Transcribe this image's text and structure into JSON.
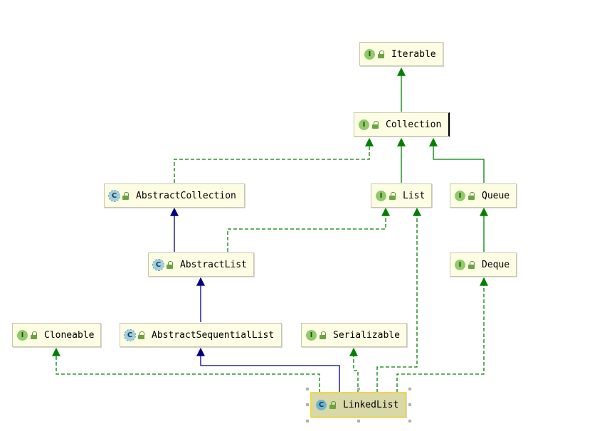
{
  "diagram": {
    "nodes": {
      "iterable": {
        "label": "Iterable",
        "kind": "I"
      },
      "collection": {
        "label": "Collection",
        "kind": "I"
      },
      "abstract_collection": {
        "label": "AbstractCollection",
        "kind": "C"
      },
      "list": {
        "label": "List",
        "kind": "I"
      },
      "queue": {
        "label": "Queue",
        "kind": "I"
      },
      "abstract_list": {
        "label": "AbstractList",
        "kind": "C"
      },
      "deque": {
        "label": "Deque",
        "kind": "I"
      },
      "cloneable": {
        "label": "Cloneable",
        "kind": "I"
      },
      "abstract_sequential_list": {
        "label": "AbstractSequentialList",
        "kind": "C"
      },
      "serializable": {
        "label": "Serializable",
        "kind": "I"
      },
      "linked_list": {
        "label": "LinkedList",
        "kind": "C"
      }
    },
    "edges": [
      {
        "from": "Collection",
        "to": "Iterable",
        "type": "extends"
      },
      {
        "from": "AbstractCollection",
        "to": "Collection",
        "type": "implements"
      },
      {
        "from": "List",
        "to": "Collection",
        "type": "extends"
      },
      {
        "from": "Queue",
        "to": "Collection",
        "type": "extends"
      },
      {
        "from": "AbstractList",
        "to": "AbstractCollection",
        "type": "extends"
      },
      {
        "from": "AbstractList",
        "to": "List",
        "type": "implements"
      },
      {
        "from": "Deque",
        "to": "Queue",
        "type": "extends"
      },
      {
        "from": "AbstractSequentialList",
        "to": "AbstractList",
        "type": "extends"
      },
      {
        "from": "LinkedList",
        "to": "Cloneable",
        "type": "implements"
      },
      {
        "from": "LinkedList",
        "to": "AbstractSequentialList",
        "type": "extends"
      },
      {
        "from": "LinkedList",
        "to": "Serializable",
        "type": "implements"
      },
      {
        "from": "LinkedList",
        "to": "List",
        "type": "implements"
      },
      {
        "from": "LinkedList",
        "to": "Deque",
        "type": "implements"
      }
    ],
    "colors": {
      "interface_edge": "#008000",
      "class_edge": "#000080",
      "node_fill": "#fdfde4",
      "selected_fill": "#d8d8a8",
      "selected_border": "#f0d84b"
    },
    "selected": "LinkedList"
  }
}
